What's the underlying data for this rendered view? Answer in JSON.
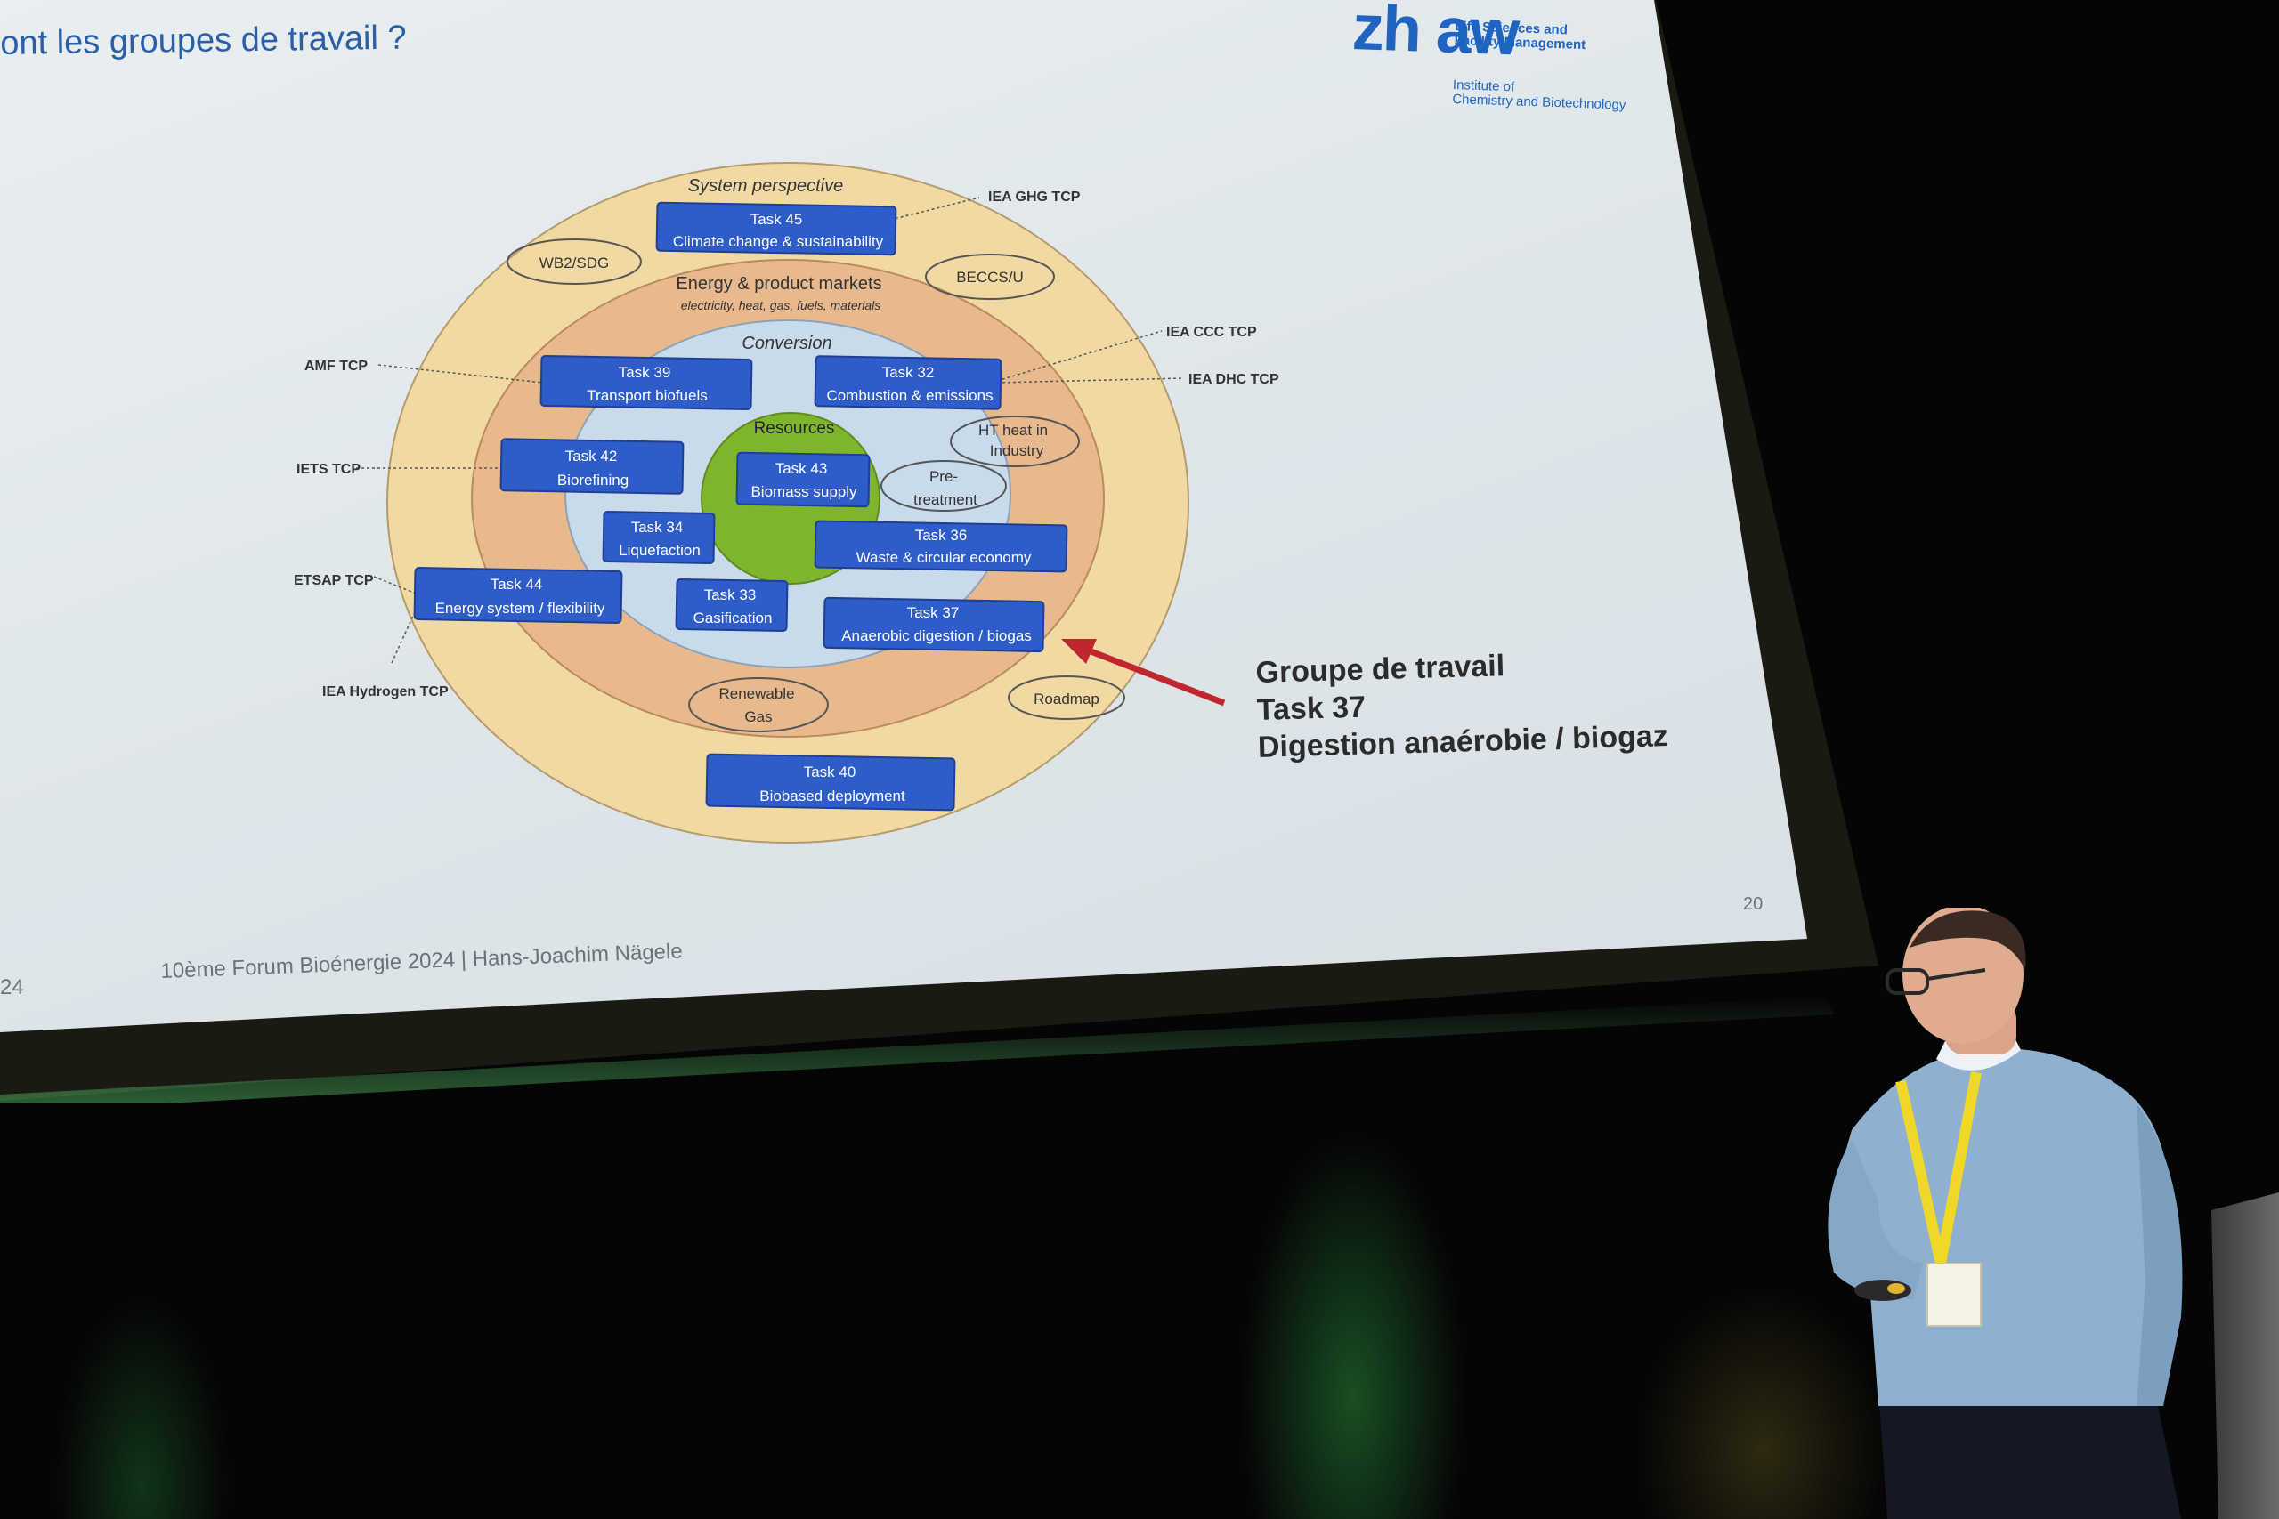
{
  "slide": {
    "title": "ont les groupes de travail ?",
    "logo": {
      "mark": "zh aw",
      "line1a": "Life Sciences and",
      "line1b": "Facility Management",
      "line2a": "Institute of",
      "line2b": "Chemistry and Biotechnology"
    },
    "slide_number": "20",
    "footer": "10ème Forum Bioénergie 2024 | Hans-Joachim Nägele",
    "footer_year_fragment": "24"
  },
  "diagram": {
    "ring_labels": {
      "system": "System perspective",
      "markets": "Energy & product markets",
      "markets_sub": "electricity, heat, gas, fuels, materials",
      "conversion": "Conversion",
      "resources": "Resources"
    },
    "tasks": {
      "t45": {
        "title": "Task 45",
        "subtitle": "Climate change & sustainability"
      },
      "t39": {
        "title": "Task 39",
        "subtitle": "Transport biofuels"
      },
      "t32": {
        "title": "Task 32",
        "subtitle": "Combustion & emissions"
      },
      "t42": {
        "title": "Task 42",
        "subtitle": "Biorefining"
      },
      "t43": {
        "title": "Task 43",
        "subtitle": "Biomass supply"
      },
      "t34": {
        "title": "Task 34",
        "subtitle": "Liquefaction"
      },
      "t36": {
        "title": "Task 36",
        "subtitle": "Waste & circular economy"
      },
      "t44": {
        "title": "Task 44",
        "subtitle": "Energy system / flexibility"
      },
      "t33": {
        "title": "Task 33",
        "subtitle": "Gasification"
      },
      "t37": {
        "title": "Task 37",
        "subtitle": "Anaerobic digestion / biogas"
      },
      "t40": {
        "title": "Task 40",
        "subtitle": "Biobased deployment"
      }
    },
    "ovals": {
      "wb2": "WB2/SDG",
      "beccs": "BECCS/U",
      "ht1": "HT heat in",
      "ht2": "Industry",
      "pre1": "Pre-",
      "pre2": "treatment",
      "rg1": "Renewable",
      "rg2": "Gas",
      "roadmap": "Roadmap"
    },
    "tcp_labels": {
      "ghg": "IEA GHG TCP",
      "ccc": "IEA CCC TCP",
      "dhc": "IEA DHC TCP",
      "amf": "AMF TCP",
      "iets": "IETS TCP",
      "etsap": "ETSAP TCP",
      "hydrogen": "IEA Hydrogen TCP"
    }
  },
  "annotation": {
    "line1": "Groupe de travail",
    "line2": "Task 37",
    "line3": "Digestion anaérobie / biogaz"
  },
  "colors": {
    "task_box": "#2e5cc8",
    "outer_ring": "#f1d9a4",
    "middle_ring": "#e9b98e",
    "inner_ring": "#c9daea",
    "core": "#7fb52c",
    "arrow": "#c0262d"
  }
}
